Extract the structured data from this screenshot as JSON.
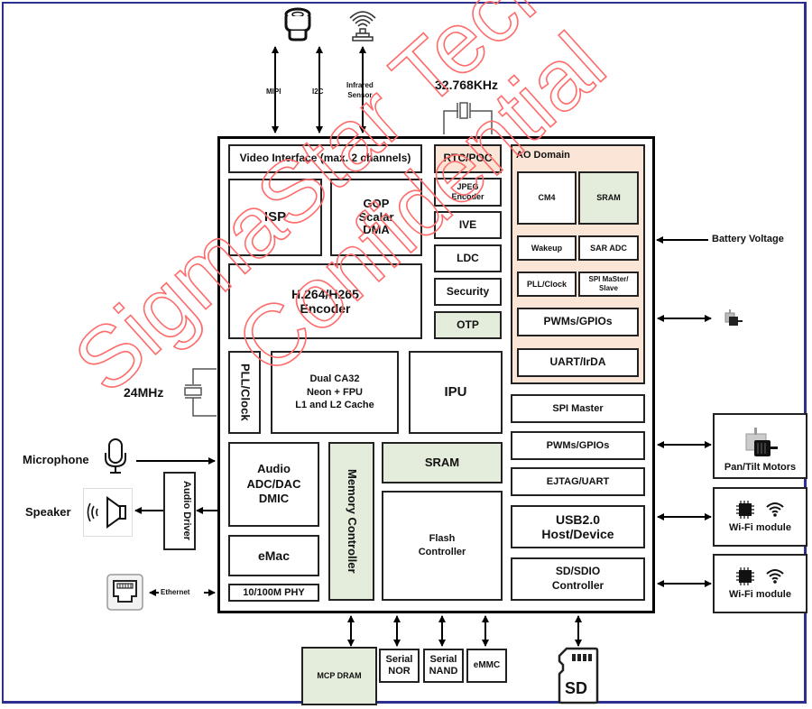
{
  "diagram": {
    "watermark": [
      "SigmaStar Technology",
      "Confidential"
    ],
    "watermark_color": "#ff6b6b",
    "colors": {
      "frame": "#2b2f8f",
      "green_fill": "#e4ecdb",
      "peach_fill": "#fbe5d6"
    },
    "top_inputs": {
      "mipi": "MIPI",
      "i2c": "I2C",
      "infrared": [
        "Infrared",
        "Sensor"
      ],
      "rtc_crystal": "32.768KHz"
    },
    "blocks": {
      "video_interface": "Video Interface (max. 2 channels)",
      "rtc_poc": "RTC/POC",
      "isp": "ISP",
      "gop": [
        "GOP",
        "Scalar",
        "DMA"
      ],
      "jpeg": [
        "JPEG",
        "Encoder"
      ],
      "ive": "IVE",
      "ldc": "LDC",
      "security": "Security",
      "otp": "OTP",
      "h264": [
        "H.264/H265",
        "Encoder"
      ],
      "pll_clock": "PLL/Clock",
      "cpu": [
        "Dual CA32",
        "Neon + FPU",
        "L1 and L2 Cache"
      ],
      "ipu": "IPU",
      "audio": [
        "Audio",
        "ADC/DAC",
        "DMIC"
      ],
      "memory_controller": "Memory Controller",
      "sram": "SRAM",
      "flash": [
        "Flash",
        "Controller"
      ],
      "emac": "eMac",
      "phy": "10/100M PHY"
    },
    "ao_domain": {
      "title": "AO Domain",
      "cm4": "CM4",
      "sram": "SRAM",
      "wakeup": "Wakeup",
      "sar_adc": "SAR ADC",
      "pll_clock": "PLL/Clock",
      "spi": [
        "SPI MaSter/",
        "Slave"
      ],
      "pwm": "PWMs/GPIOs",
      "uart": "UART/IrDA"
    },
    "right_blocks": {
      "spi_master": "SPI Master",
      "pwm": "PWMs/GPIOs",
      "ejtag": "EJTAG/UART",
      "usb": [
        "USB2.0",
        "Host/Device"
      ],
      "sdio": [
        "SD/SDIO",
        "Controller"
      ]
    },
    "external": {
      "battery": "Battery Voltage",
      "pan_tilt": "Pan/Tilt Motors",
      "wifi1": "Wi-Fi module",
      "wifi2": "Wi-Fi module",
      "crystal_24": "24MHz",
      "microphone": "Microphone",
      "speaker": "Speaker",
      "audio_driver": "Audio Driver",
      "ethernet": "Ethernet",
      "mcp_dram": "MCP DRAM",
      "serial_nor": [
        "Serial",
        "NOR"
      ],
      "serial_nand": [
        "Serial",
        "NAND"
      ],
      "emmc": "eMMC",
      "sd": "SD"
    }
  }
}
